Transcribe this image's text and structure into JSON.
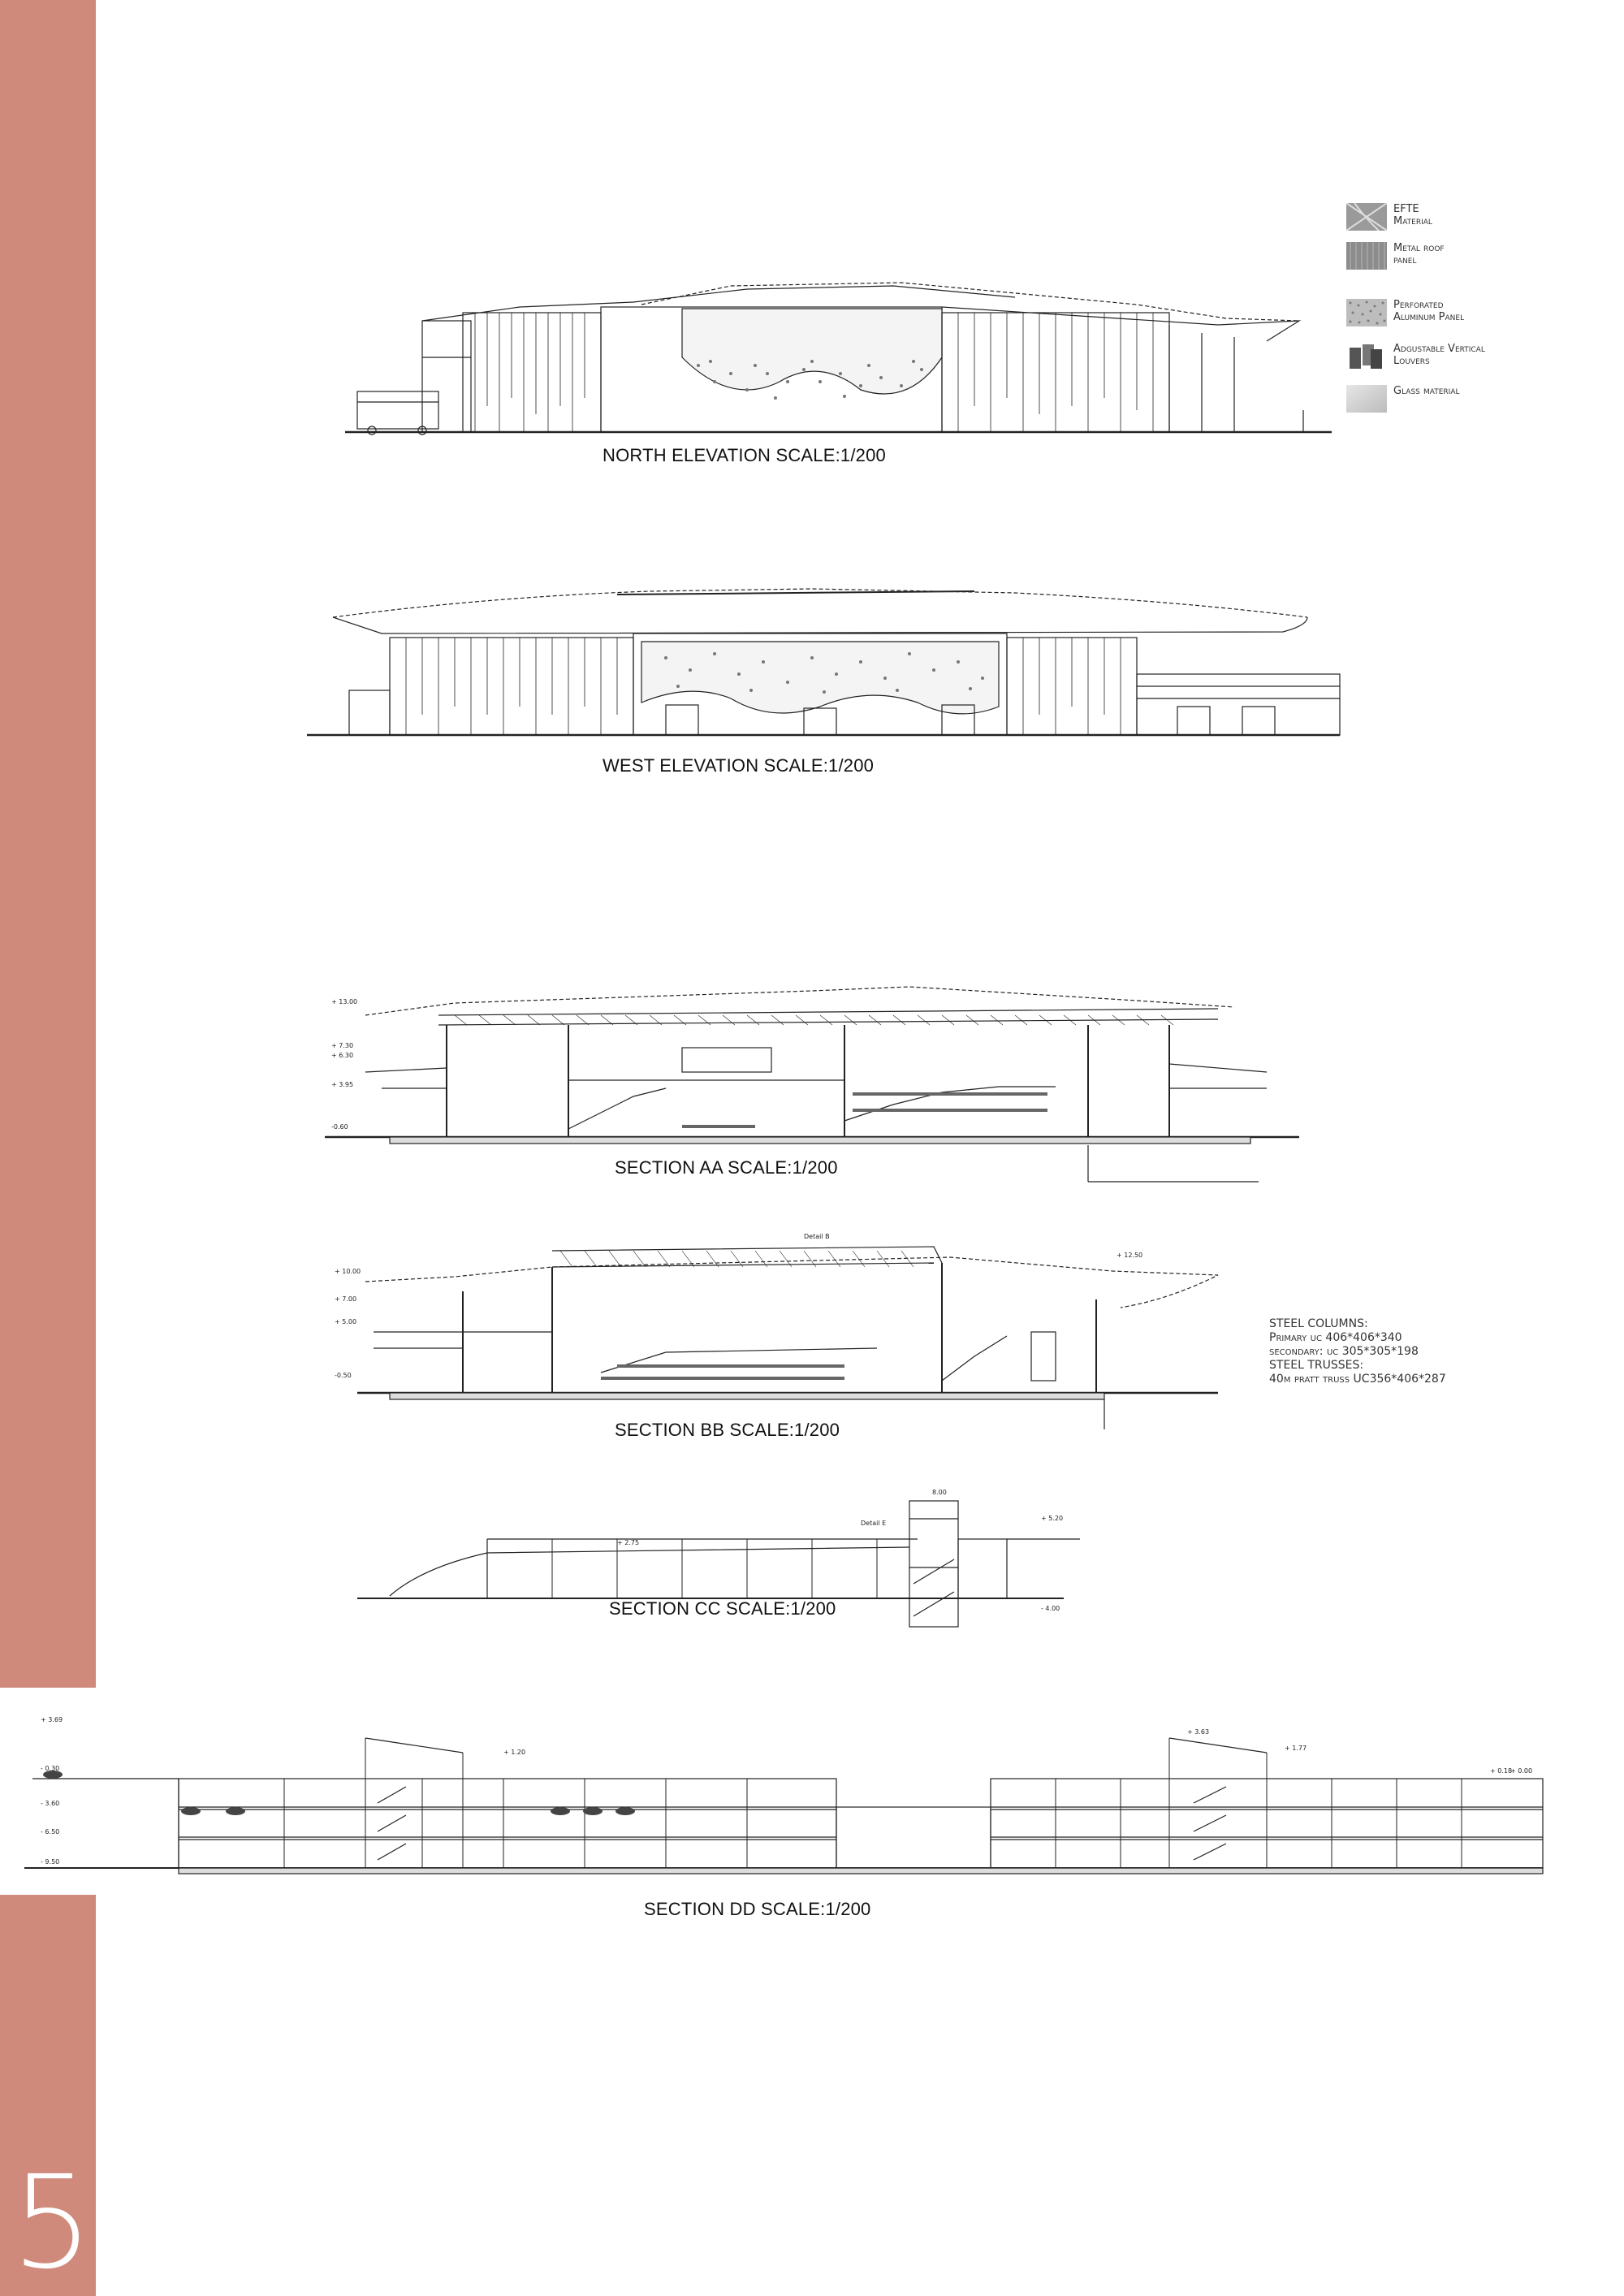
{
  "page": {
    "number": "5",
    "band_color": "#cf8a7b"
  },
  "drawings": {
    "north_elevation": {
      "caption": "NORTH ELEVATION SCALE:1/200"
    },
    "west_elevation": {
      "caption": "WEST ELEVATION SCALE:1/200"
    },
    "section_aa": {
      "caption": "SECTION AA SCALE:1/200"
    },
    "section_bb": {
      "caption": "SECTION BB SCALE:1/200"
    },
    "section_cc": {
      "caption": "SECTION CC SCALE:1/200"
    },
    "section_dd": {
      "caption": "SECTION DD SCALE:1/200"
    }
  },
  "legend": {
    "items": [
      {
        "label": "EFTE\nMaterial",
        "icon": "efte-swatch"
      },
      {
        "label": "Metal roof\npanel",
        "icon": "metal-roof-swatch"
      },
      {
        "label": "Perforated\nAluminum Panel",
        "icon": "perforated-panel-swatch"
      },
      {
        "label": "Adgustable Vertical\nLouvers",
        "icon": "louver-swatch"
      },
      {
        "label": "Glass material",
        "icon": "glass-swatch"
      }
    ]
  },
  "structure_notes": {
    "lines": [
      "STEEL COLUMNS:",
      "Primary uc 406*406*340",
      "secondary: uc 305*305*198",
      "STEEL TRUSSES:",
      "40m pratt truss UC356*406*287"
    ]
  },
  "annotations": {
    "aa_top": "+ 13.00",
    "aa_a": "+ 7.30",
    "aa_b": "+ 6.30",
    "aa_c": "+ 3.95",
    "aa_d": "-0.60",
    "bb_top": "+ 12.50",
    "bb_a": "+ 10.00",
    "bb_b": "+ 7.00",
    "bb_c": "+ 5.00",
    "bb_d": "-0.50",
    "bb_detail": "Detail B",
    "cc_top": "8.00",
    "cc_a": "+ 5.20",
    "cc_b": "+ 2.75",
    "cc_c": "- 4.00",
    "cc_detail": "Detail E",
    "dd_a": "+ 3.69",
    "dd_b": "- 0.30",
    "dd_c": "- 3.60",
    "dd_d": "- 6.50",
    "dd_e": "- 9.50",
    "dd_f": "+ 1.20",
    "dd_g": "+ 3.63",
    "dd_h": "+ 1.77",
    "dd_i": "+ 0.18",
    "dd_j": "+ 0.00"
  }
}
